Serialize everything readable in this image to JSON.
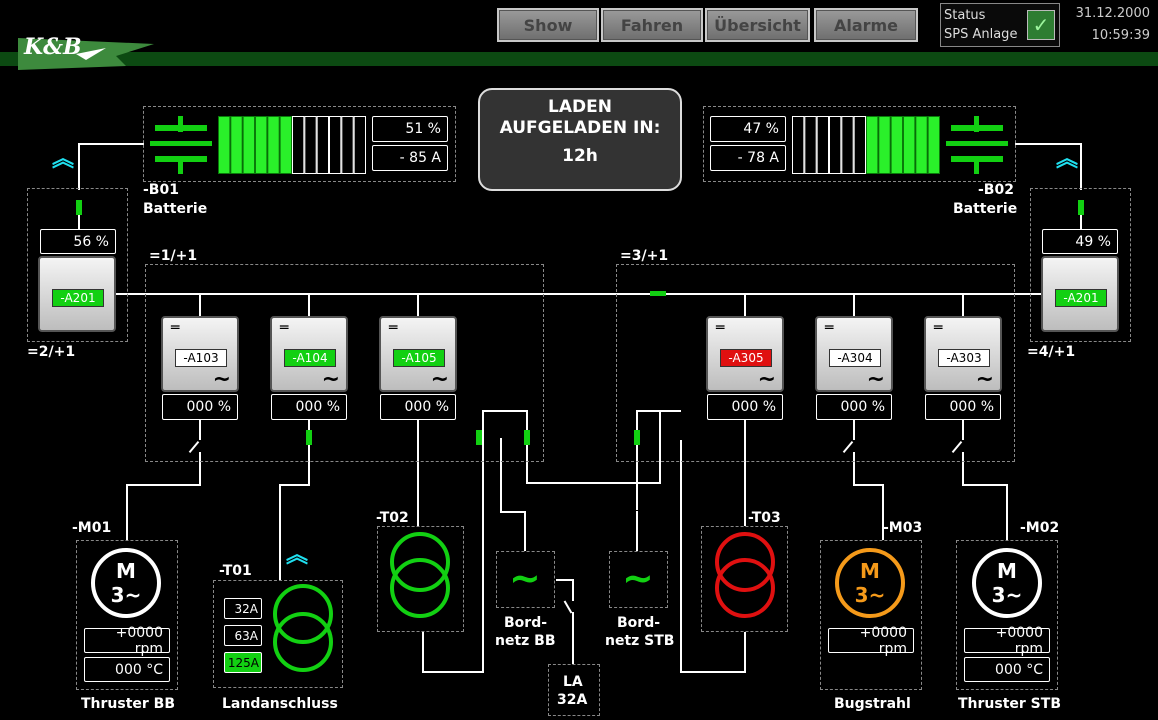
{
  "nav": {
    "show": "Show",
    "fahren": "Fahren",
    "uebersicht": "Übersicht",
    "alarme": "Alarme"
  },
  "status": {
    "line1": "Status",
    "line2": "SPS Anlage"
  },
  "datetime": {
    "date": "31.12.2000",
    "time": "10:59:39"
  },
  "logo": "K&B",
  "info": {
    "line1": "LADEN",
    "line2": "AUFGELADEN IN:",
    "line3": "12h"
  },
  "battery_left": {
    "id": "-B01",
    "name": "Batterie",
    "soc": "51 %",
    "current": "- 85 A",
    "fill_fraction": 0.5
  },
  "battery_right": {
    "id": "-B02",
    "name": "Batterie",
    "soc": "47 %",
    "current": "- 78 A",
    "fill_fraction": 0.5
  },
  "groups": {
    "g1": "=1/+1",
    "g2": "=2/+1",
    "g3": "=3/+1",
    "g4": "=4/+1"
  },
  "a201_left": {
    "tag": "-A201",
    "value": "56 %"
  },
  "a201_right": {
    "tag": "-A201",
    "value": "49 %"
  },
  "converters": [
    {
      "tag": "-A103",
      "value": "000 %",
      "state": "white"
    },
    {
      "tag": "-A104",
      "value": "000 %",
      "state": "green"
    },
    {
      "tag": "-A105",
      "value": "000 %",
      "state": "green"
    },
    {
      "tag": "-A305",
      "value": "000 %",
      "state": "red"
    },
    {
      "tag": "-A304",
      "value": "000 %",
      "state": "white"
    },
    {
      "tag": "-A303",
      "value": "000 %",
      "state": "white"
    }
  ],
  "m01": {
    "id": "-M01",
    "sym1": "M",
    "sym2": "3~",
    "rpm": "+0000 rpm",
    "temp": "000 °C",
    "name": "Thruster BB"
  },
  "m02": {
    "id": "-M02",
    "sym1": "M",
    "sym2": "3~",
    "rpm": "+0000 rpm",
    "temp": "000 °C",
    "name": "Thruster STB"
  },
  "m03": {
    "id": "-M03",
    "sym1": "M",
    "sym2": "3~",
    "rpm": "+0000 rpm",
    "name": "Bugstrahl"
  },
  "t01": {
    "id": "-T01",
    "name": "Landanschluss",
    "opt1": "32A",
    "opt2": "63A",
    "opt3": "125A",
    "selected": "125A"
  },
  "t02": {
    "id": "-T02"
  },
  "t03": {
    "id": "-T03"
  },
  "bordnetz_bb": {
    "line1": "Bord-",
    "line2": "netz BB"
  },
  "bordnetz_stb": {
    "line1": "Bord-",
    "line2": "netz STB"
  },
  "la": {
    "line1": "LA",
    "line2": "32A"
  },
  "colors": {
    "green": "#12d012",
    "red": "#e01010",
    "orange": "#f59a1a",
    "cyan": "#1fe0f0",
    "bar": "#0c4a12"
  }
}
